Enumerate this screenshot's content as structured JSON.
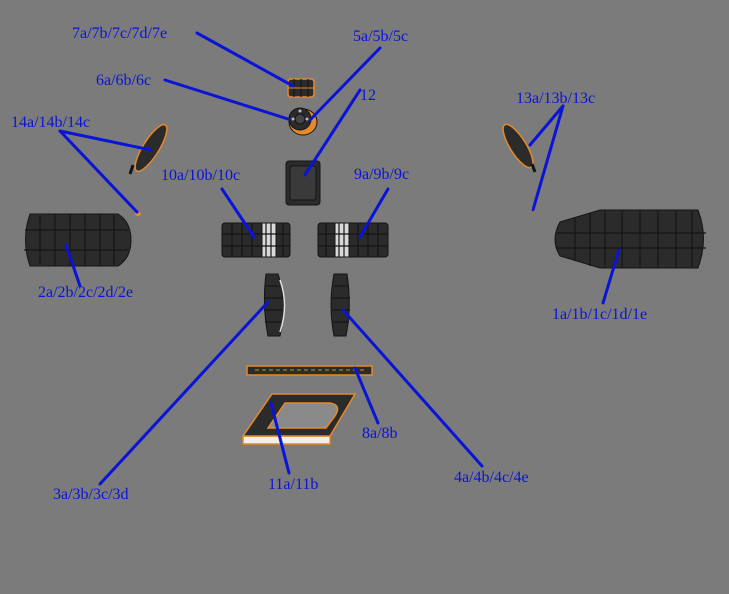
{
  "labels": {
    "l7": "7a/7b/7c/7d/7e",
    "l5": "5a/5b/5c",
    "l6": "6a/6b/6c",
    "l12": "12",
    "l13": "13a/13b/13c",
    "l14": "14a/14b/14c",
    "l10": "10a/10b/10c",
    "l9": "9a/9b/9c",
    "l2": "2a/2b/2c/2d/2e",
    "l1": "1a/1b/1c/1d/1e",
    "l8": "8a/8b",
    "l3": "3a/3b/3c/3d",
    "l11": "11a/11b",
    "l4": "4a/4b/4c/4e"
  },
  "colors": {
    "background": "#7b7b7b",
    "label": "#0a14d6",
    "part": "#2b2b2b",
    "highlight": "#e58a2a"
  }
}
